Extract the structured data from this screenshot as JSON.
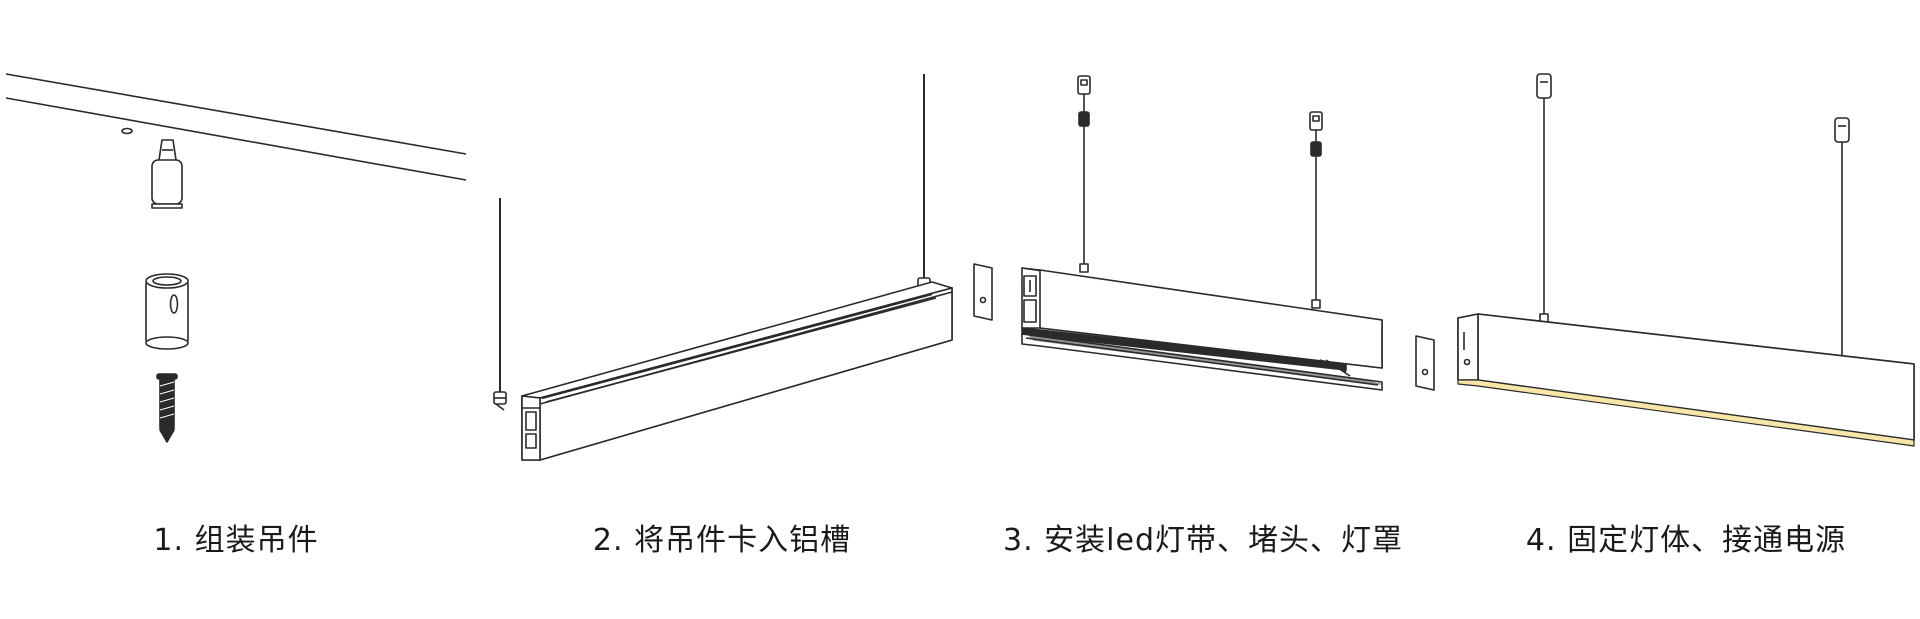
{
  "steps": [
    {
      "label": "1. 组装吊件"
    },
    {
      "label": "2. 将吊件卡入铝槽"
    },
    {
      "label": "3. 安装led灯带、堵头、灯罩"
    },
    {
      "label": "4. 固定灯体、接通电源"
    }
  ],
  "colors": {
    "line": "#2a2a2a",
    "fill": "#ffffff",
    "glow": "#f7e6a8"
  }
}
